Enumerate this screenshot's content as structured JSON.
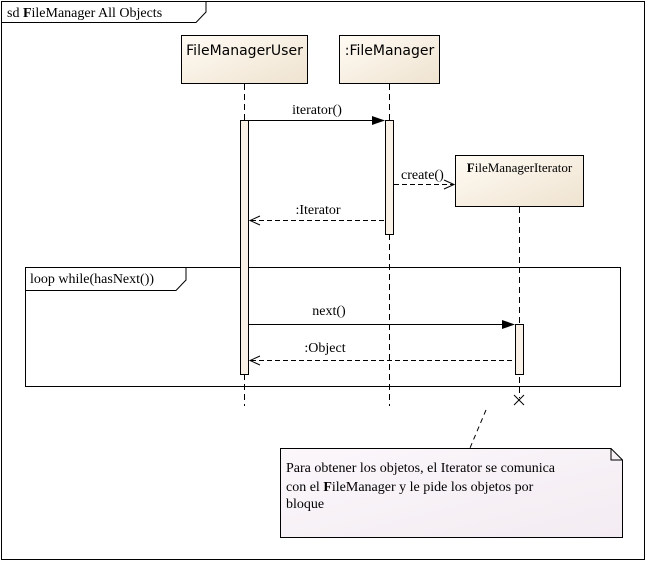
{
  "frame": {
    "title_prefix": "sd",
    "title_bold": "F",
    "title_rest": "ileManager  All  Objects"
  },
  "lifelines": [
    {
      "label": "FileManagerUser"
    },
    {
      "label": ":FileManager"
    },
    {
      "label_bold": "F",
      "label_rest": "ileManagerIterator"
    }
  ],
  "messages": {
    "iterator": "iterator()",
    "create": "create()",
    "iterator_return": ":Iterator",
    "next": "next()",
    "object_return": ":Object"
  },
  "loop": {
    "label": "loop  while(hasNext())"
  },
  "note": {
    "line1": "Para  obtener  los  objetos,  el  Iterator  se  comunica",
    "line2_a": "con  el  ",
    "line2_bold": "F",
    "line2_b": "ileManager  y  le  pide  los  objetos  por",
    "line3": "bloque"
  },
  "colors": {
    "box_fill": "#f7efe3",
    "activation_fill": "#f9f0e6",
    "note_fill": "#f7f1f6",
    "line": "#000000"
  }
}
